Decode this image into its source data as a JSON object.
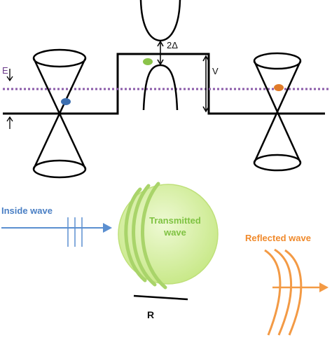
{
  "labels": {
    "energy": "E",
    "gap": "2Δ",
    "barrier": "V",
    "incident": "Inside wave",
    "transmitted_line1": "Transmitted",
    "transmitted_line2": "wave",
    "reflected": "Reflected wave",
    "radius": "R"
  },
  "colors": {
    "line": "#000000",
    "fermi_level": "#8a5aa8",
    "electron_left": "#3d6fb0",
    "electron_right": "#e07b2a",
    "electron_center": "#8bc34a",
    "incident_wave": "#5b8fd0",
    "incident_text": "#4a7fc4",
    "transmitted_fill": "#d7f0a3",
    "transmitted_wave": "#a9d46a",
    "transmitted_text": "#7fc242",
    "reflected_wave": "#f39a45",
    "reflected_text": "#f08a2c"
  }
}
